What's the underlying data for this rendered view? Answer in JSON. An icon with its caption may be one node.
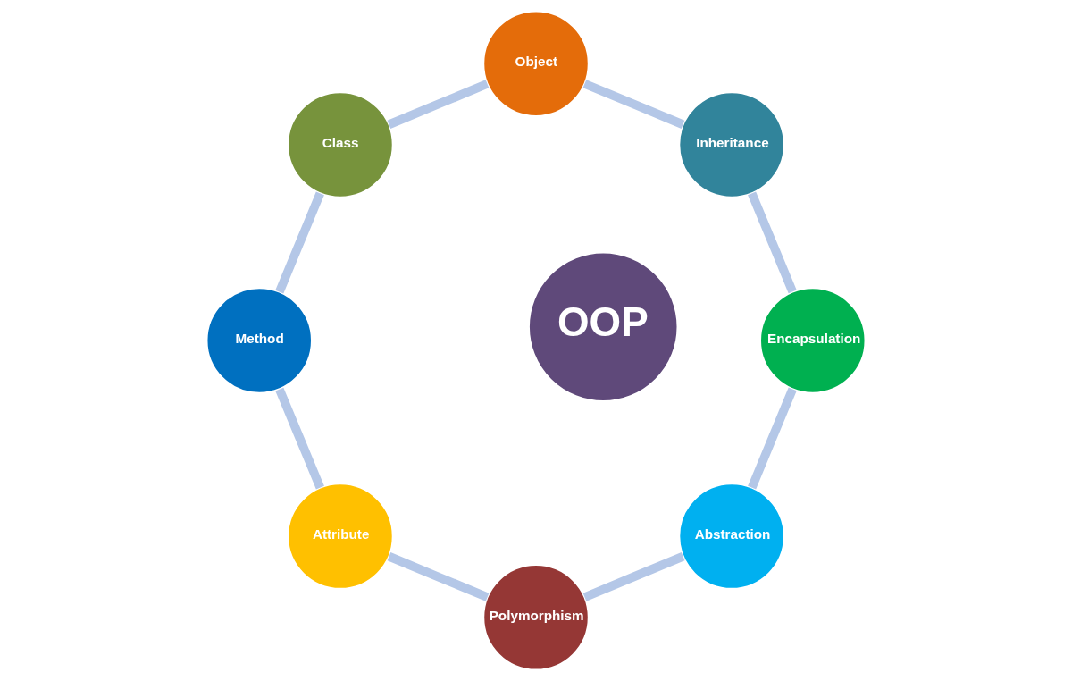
{
  "diagram": {
    "nodes": [
      {
        "text": [
          "Object"
        ]
      },
      {
        "text": [
          "Class"
        ]
      },
      {
        "text": [
          "Inheritance"
        ]
      },
      {
        "text": [
          "Method"
        ]
      },
      {
        "text": [
          "OOP"
        ]
      },
      {
        "text": [
          "Encapsulation"
        ]
      },
      {
        "text": [
          "Attribute"
        ]
      },
      {
        "text": [
          "Abstraction"
        ]
      },
      {
        "text": [
          "Polymorphism"
        ]
      }
    ],
    "edges": [
      {
        "from": 7,
        "to": 8,
        "arrow": "none"
      },
      {
        "from": 8,
        "to": 6,
        "arrow": "none"
      },
      {
        "from": 6,
        "to": 3,
        "arrow": "none"
      },
      {
        "from": 3,
        "to": 1,
        "arrow": "none"
      },
      {
        "from": 1,
        "to": 0,
        "arrow": "none"
      },
      {
        "from": 0,
        "to": 2,
        "arrow": "none"
      },
      {
        "from": 2,
        "to": 5,
        "arrow": "none"
      },
      {
        "from": 5,
        "to": 7,
        "arrow": "none"
      }
    ]
  }
}
